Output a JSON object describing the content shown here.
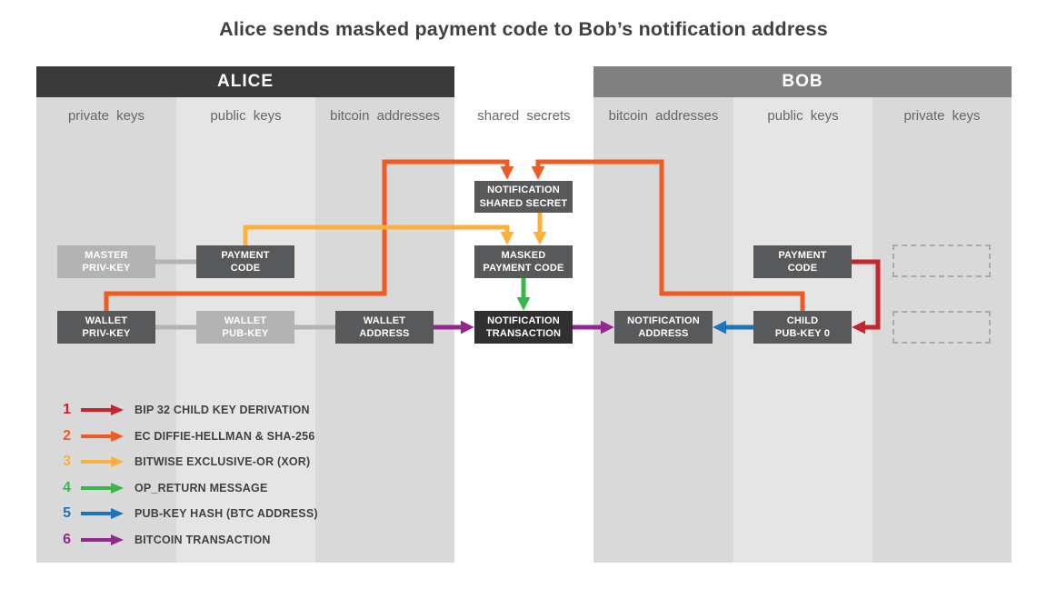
{
  "title": "Alice sends masked payment code to Bob’s notification address",
  "panels": {
    "alice": {
      "title": "ALICE",
      "columns": [
        "private keys",
        "public keys",
        "bitcoin addresses"
      ]
    },
    "shared": {
      "column": "shared secrets"
    },
    "bob": {
      "title": "BOB",
      "columns": [
        "bitcoin addresses",
        "public keys",
        "private keys"
      ]
    }
  },
  "boxes": {
    "master_priv_key": "MASTER\nPRIV-KEY",
    "alice_payment_code": "PAYMENT\nCODE",
    "notification_shared_secret": "NOTIFICATION\nSHARED SECRET",
    "masked_payment_code": "MASKED\nPAYMENT CODE",
    "wallet_priv_key": "WALLET\nPRIV-KEY",
    "wallet_pub_key": "WALLET\nPUB-KEY",
    "wallet_address": "WALLET\nADDRESS",
    "notification_transaction": "NOTIFICATION\nTRANSACTION",
    "notification_address": "NOTIFICATION\nADDRESS",
    "child_pub_key_0": "CHILD\nPUB-KEY 0",
    "bob_payment_code": "PAYMENT\nCODE"
  },
  "legend": {
    "items": [
      {
        "num": "1",
        "color": "#C1272D",
        "label": "BIP 32 CHILD KEY DERIVATION"
      },
      {
        "num": "2",
        "color": "#F15A24",
        "label": "EC DIFFIE-HELLMAN & SHA-256"
      },
      {
        "num": "3",
        "color": "#FBB03B",
        "label": "BITWISE EXCLUSIVE-OR (XOR)"
      },
      {
        "num": "4",
        "color": "#39B54A",
        "label": "OP_RETURN MESSAGE"
      },
      {
        "num": "5",
        "color": "#1C75BC",
        "label": "PUB-KEY HASH (BTC ADDRESS)"
      },
      {
        "num": "6",
        "color": "#93278F",
        "label": "BITCOIN TRANSACTION"
      }
    ]
  },
  "colors": {
    "red": "#C1272D",
    "orange": "#F15A24",
    "amber": "#FBB03B",
    "green": "#39B54A",
    "blue": "#1C75BC",
    "purple": "#93278F",
    "connector_gray": "#b3b3b3",
    "alice_header_bg": "#3a3a3a",
    "bob_header_bg": "#808080",
    "box_dark": "#58595b",
    "box_darkest": "#303030",
    "box_light": "#b3b3b3",
    "column_dark": "#d9d9d9",
    "column_light": "#e5e5e5"
  }
}
